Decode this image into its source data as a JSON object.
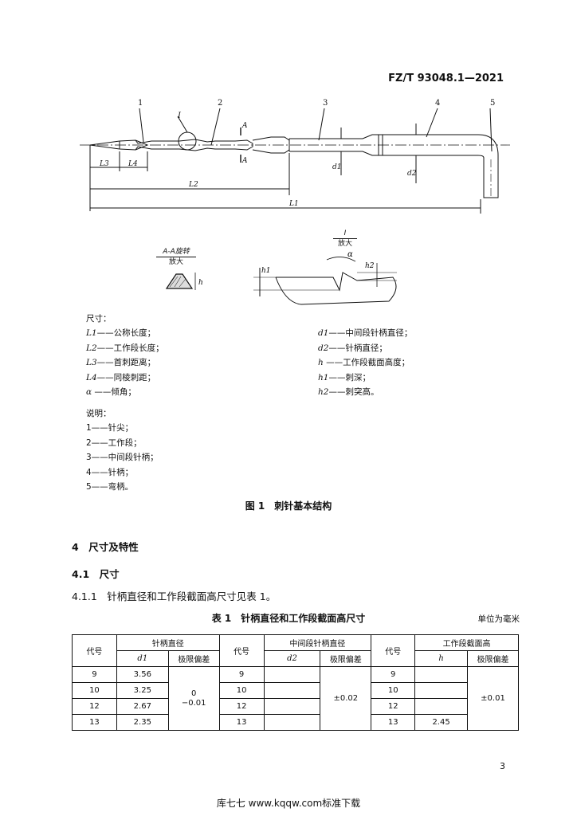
{
  "header": {
    "standard_no": "FZ/T 93048.1—2021"
  },
  "figure": {
    "callouts": [
      "1",
      "2",
      "3",
      "4",
      "5"
    ],
    "detail_label": "I",
    "section_mark": "A",
    "dim_labels": {
      "L3": "L3",
      "L4": "L4",
      "L2": "L2",
      "L1": "L1",
      "d1": "d1",
      "d2": "d2"
    },
    "section_view": {
      "title": "A-A旋转",
      "subtitle": "放大",
      "h": "h"
    },
    "detail_view": {
      "title": "I",
      "subtitle": "放大",
      "alpha": "α",
      "h1": "h1",
      "h2": "h2"
    },
    "dims_heading": "尺寸：",
    "dims_left": [
      {
        "sym": "L1",
        "desc": "——公称长度；"
      },
      {
        "sym": "L2",
        "desc": "——工作段长度；"
      },
      {
        "sym": "L3",
        "desc": "——首刺距离；"
      },
      {
        "sym": "L4",
        "desc": "——同棱刺距；"
      },
      {
        "sym": "α",
        "desc": " ——倾角；"
      }
    ],
    "dims_right": [
      {
        "sym": "d1",
        "desc": "——中间段针柄直径；"
      },
      {
        "sym": "d2",
        "desc": "——针柄直径；"
      },
      {
        "sym": "h",
        "desc": " ——工作段截面高度；"
      },
      {
        "sym": "h1",
        "desc": "——刺深；"
      },
      {
        "sym": "h2",
        "desc": "——刺突高。"
      }
    ],
    "legend_heading": "说明：",
    "legend": [
      "1——针尖；",
      "2——工作段；",
      "3——中间段针柄；",
      "4——针柄；",
      "5——弯柄。"
    ],
    "caption": "图 1　刺针基本结构"
  },
  "section4": {
    "title": "4　尺寸及特性"
  },
  "section41": {
    "title": "4.1　尺寸"
  },
  "clause411": {
    "text": "4.1.1　针柄直径和工作段截面高尺寸见表 1。"
  },
  "table": {
    "caption": "表 1　针柄直径和工作段截面高尺寸",
    "unit": "单位为毫米",
    "col_code": "代号",
    "g1": "针柄直径",
    "g2": "中间段针柄直径",
    "g3": "工作段截面高",
    "s1": "d1",
    "s2": "d2",
    "s3": "h",
    "tol": "极限偏差",
    "tol1_top": "0",
    "tol1_bottom": "−0.01",
    "tol2": "±0.02",
    "tol3": "±0.01",
    "rows": [
      {
        "c1": "9",
        "v1": "3.56",
        "c2": "9",
        "v2": "",
        "c3": "9",
        "v3": ""
      },
      {
        "c1": "10",
        "v1": "3.25",
        "c2": "10",
        "v2": "",
        "c3": "10",
        "v3": ""
      },
      {
        "c1": "12",
        "v1": "2.67",
        "c2": "12",
        "v2": "",
        "c3": "12",
        "v3": ""
      },
      {
        "c1": "13",
        "v1": "2.35",
        "c2": "13",
        "v2": "",
        "c3": "13",
        "v3": "2.45"
      }
    ]
  },
  "page_number": "3",
  "footer": {
    "watermark": "库七七 www.kqqw.com标准下载"
  }
}
